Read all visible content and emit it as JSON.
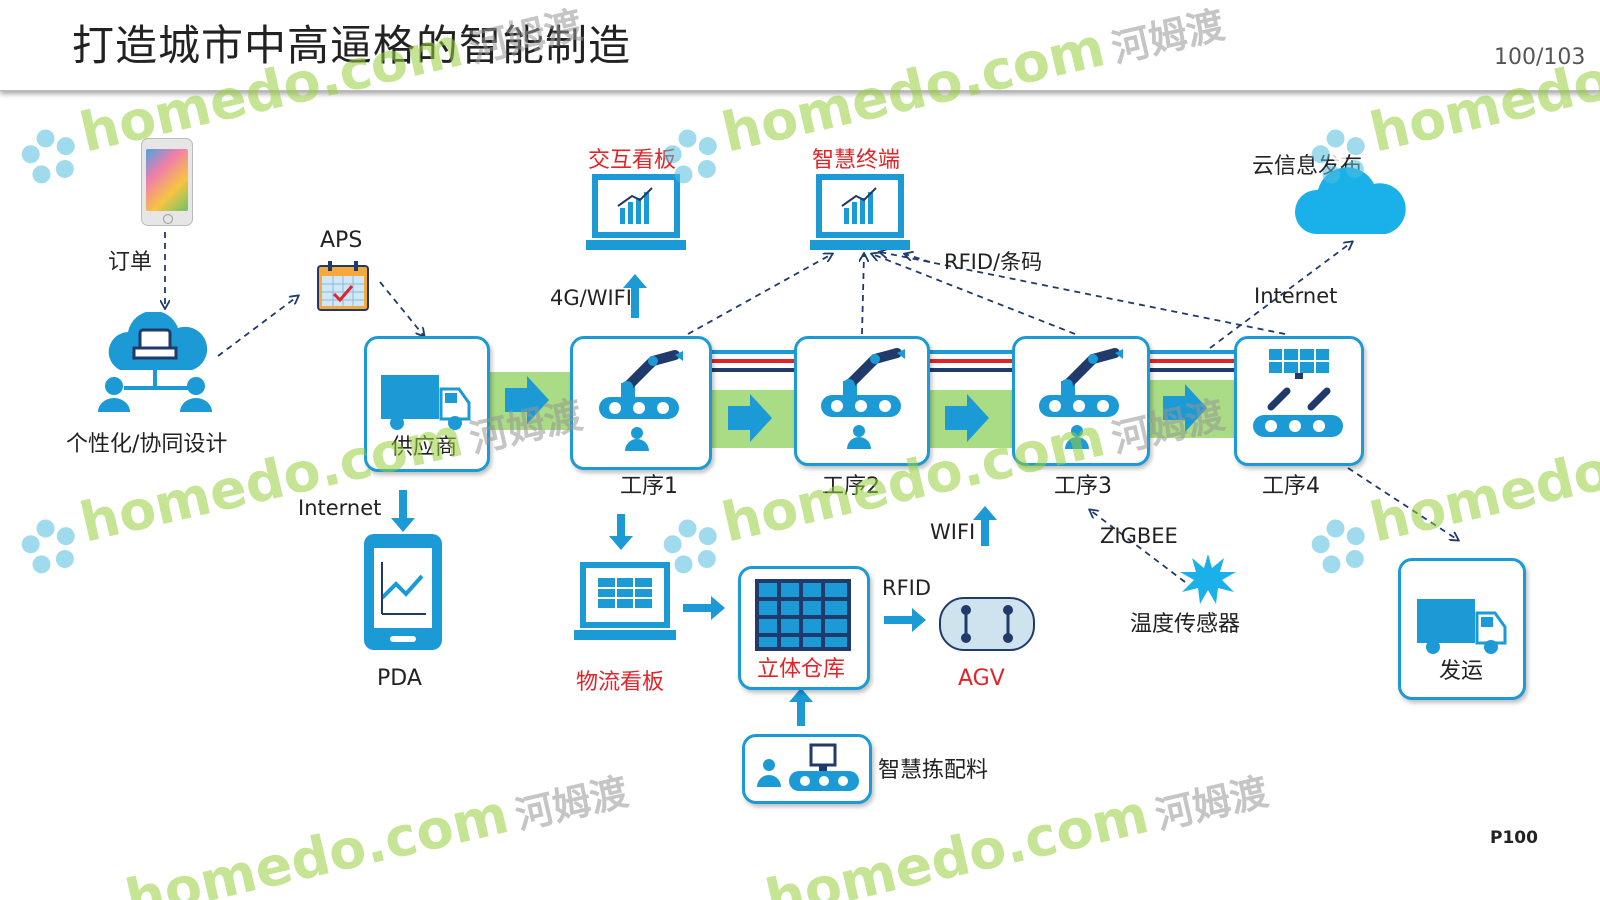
{
  "title": "打造城市中高逼格的智能制造",
  "page_counter": "100/103",
  "page_number": "P100",
  "watermark": {
    "brand": "homedo.com",
    "cn": "河姆渡"
  },
  "colors": {
    "primary": "#1c9ad6",
    "accent_red": "#e0242a",
    "flow_green": "#a9dc84",
    "dark_navy": "#1f3a6b"
  },
  "labels": {
    "order": "订单",
    "design": "个性化/协同设计",
    "aps": "APS",
    "supplier": "供应商",
    "internet_left": "Internet",
    "pda": "PDA",
    "interactive_board": "交互看板",
    "smart_terminal": "智慧终端",
    "cloud": "云信息发布",
    "net_4g": "4G/WIFI",
    "rfid_barcode": "RFID/条码",
    "internet_right": "Internet",
    "step1": "工序1",
    "step2": "工序2",
    "step3": "工序3",
    "step4": "工序4",
    "logistics_board": "物流看板",
    "warehouse": "立体仓库",
    "rfid": "RFID",
    "agv": "AGV",
    "wifi": "WIFI",
    "zigbee": "ZIGBEE",
    "temp_sensor": "温度传感器",
    "smart_picking": "智慧拣配料",
    "shipping": "发运"
  }
}
